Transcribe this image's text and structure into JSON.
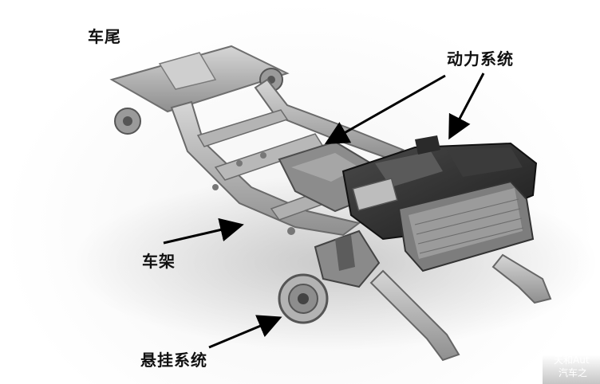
{
  "labels": {
    "rear": "车尾",
    "powertrain": "动力系统",
    "frame": "车架",
    "suspension": "悬挂系统"
  },
  "watermark": {
    "line1": "天和Aut",
    "line2": "汽车之"
  },
  "colors": {
    "label_text": "#111111",
    "arrow": "#000000",
    "frame_metal": "#a9a9a9",
    "engine_dark": "#2b2b2b"
  }
}
